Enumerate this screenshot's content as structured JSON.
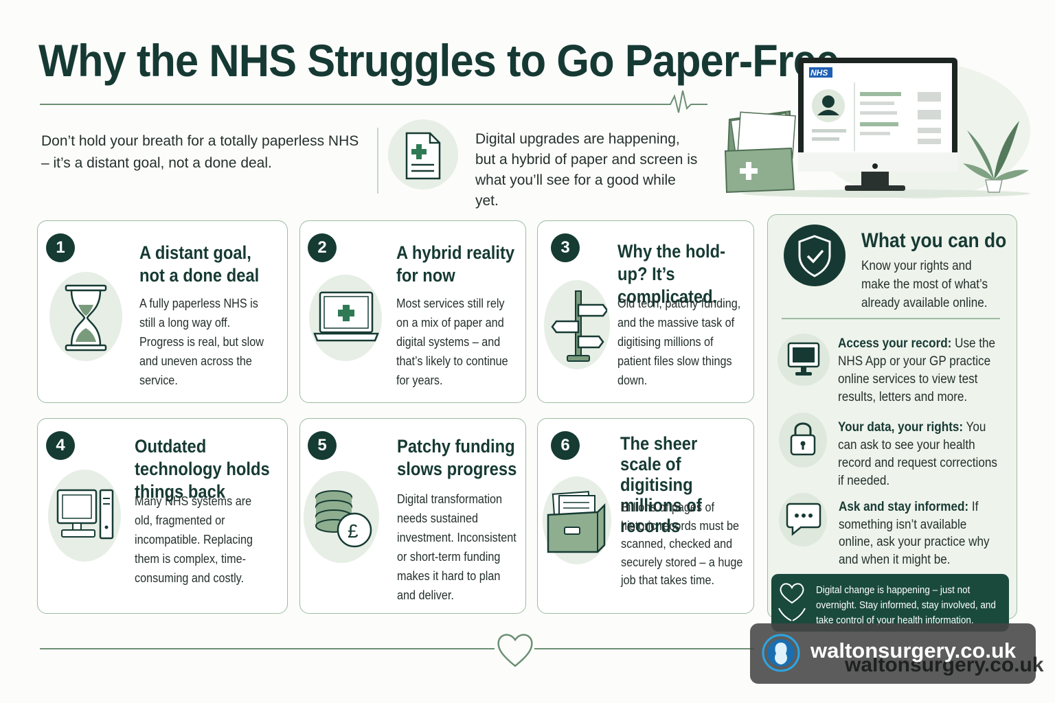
{
  "header": {
    "title": "Why the NHS Struggles to Go Paper-Free",
    "intro_left": "Don’t hold your breath for a totally paperless NHS – it’s a distant goal, not a done deal.",
    "intro_right": "Digital upgrades are happening, but a hybrid of paper and screen is what you’ll see for a good while yet.",
    "monitor_badge": "NHS"
  },
  "cards": [
    {
      "num": "1",
      "title": "A distant goal, not a done deal",
      "text": "A fully paperless NHS is still a long way off. Progress is real, but slow and uneven across the service.",
      "icon": "hourglass-icon"
    },
    {
      "num": "2",
      "title": "A hybrid reality for now",
      "text": "Most services still rely on a mix of paper and digital systems – and that’s likely to continue for years.",
      "icon": "laptop-medical-icon"
    },
    {
      "num": "3",
      "title": "Why the hold-up? It’s complicated.",
      "text": "Old tech, patchy funding, and the massive task of digitising millions of patient files slow things down.",
      "icon": "signpost-icon"
    },
    {
      "num": "4",
      "title": "Outdated technology holds things back",
      "text": "Many NHS systems are old, fragmented or incompatible. Replacing them is complex, time-consuming and costly.",
      "icon": "old-computer-icon"
    },
    {
      "num": "5",
      "title": "Patchy funding slows progress",
      "text": "Digital transformation needs sustained investment. Inconsistent or short-term funding makes it hard to plan and deliver.",
      "icon": "coins-icon"
    },
    {
      "num": "6",
      "title": "The sheer scale of digitising millions of records",
      "text": "Billions of pages of historic records must be scanned, checked and securely stored – a huge job that takes time.",
      "icon": "file-box-icon"
    }
  ],
  "panel": {
    "title": "What you can do",
    "subtitle": "Know your rights and make the most of what’s already available online.",
    "items": [
      {
        "label": "Access your record:",
        "text": "Use the NHS App or your GP practice online services to view test results, letters and more.",
        "icon": "computer-icon"
      },
      {
        "label": "Your data, your rights:",
        "text": "You can ask to see your health record and request corrections if needed.",
        "icon": "padlock-icon"
      },
      {
        "label": "Ask and stay informed:",
        "text": "If something isn’t available online, ask your practice why and when it might be.",
        "icon": "chat-bubble-icon"
      }
    ],
    "banner": "Digital change is happening – just not overnight. Stay informed, stay involved, and take control of your health information."
  },
  "watermark": {
    "text": "waltonsurgery.co.uk"
  },
  "colors": {
    "dark_green": "#163a33",
    "accent_green": "#6b8f72",
    "light_green": "#e6eee5",
    "nhs_blue": "#1f5fb4"
  }
}
